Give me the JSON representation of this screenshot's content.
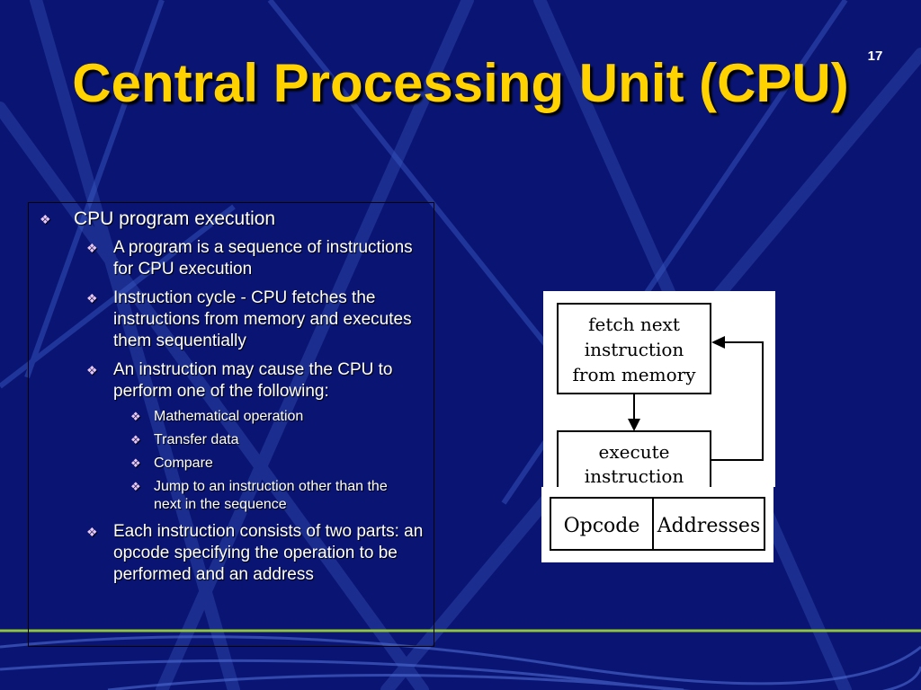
{
  "slide": {
    "number": "17",
    "title": "Central Processing Unit (CPU)"
  },
  "bullets": {
    "heading": "CPU program execution",
    "program_def": "A program is a sequence of instructions for CPU execution",
    "instruction_cycle": "Instruction cycle - CPU fetches the instructions from memory and executes them sequentially",
    "instruction_may": "An instruction may cause the CPU to perform one of the following:",
    "sub_items": [
      "Mathematical operation",
      "Transfer data",
      "Compare",
      "Jump to an instruction other than the next in the sequence"
    ],
    "instruction_parts": "Each instruction consists of two parts: an opcode specifying the operation to be performed and an address"
  },
  "diagram": {
    "fetch_lines": [
      "fetch next",
      "instruction",
      "from memory"
    ],
    "execute_lines": [
      "execute",
      "instruction"
    ],
    "format_fields": [
      "Opcode",
      "Addresses"
    ]
  },
  "colors": {
    "background": "#0a1573",
    "title": "#ffd200",
    "text": "#ffffff",
    "bullet": "#e8c9ff",
    "footer_line": "#8fc43c"
  },
  "icons": {
    "bullet": "four-diamond-bullet-icon"
  }
}
